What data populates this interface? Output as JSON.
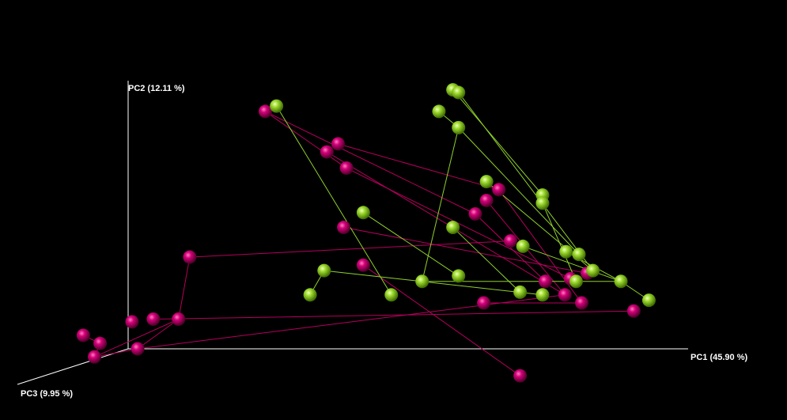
{
  "chart_data": {
    "type": "scatter",
    "projection": "3d-pcoa",
    "axes": {
      "pc1_label": "PC1 (45.90 %)",
      "pc2_label": "PC2 (12.11 %)",
      "pc3_label": "PC3 (9.95 %)"
    },
    "grid": false,
    "legend": "none",
    "series": [
      {
        "color": "#b5005c",
        "points": [
          {
            "id": "m1",
            "pc1": 0.245,
            "pc2": 0.88
          },
          {
            "id": "m2",
            "pc1": 0.375,
            "pc2": 0.76
          },
          {
            "id": "m3",
            "pc1": 0.355,
            "pc2": 0.73
          },
          {
            "id": "m4",
            "pc1": 0.39,
            "pc2": 0.67
          },
          {
            "id": "m5",
            "pc1": 0.662,
            "pc2": 0.59
          },
          {
            "id": "m6",
            "pc1": 0.64,
            "pc2": 0.55
          },
          {
            "id": "m7",
            "pc1": 0.62,
            "pc2": 0.5
          },
          {
            "id": "m8",
            "pc1": 0.385,
            "pc2": 0.45
          },
          {
            "id": "m9",
            "pc1": 0.683,
            "pc2": 0.4
          },
          {
            "id": "m10",
            "pc1": 0.42,
            "pc2": 0.31
          },
          {
            "id": "m11",
            "pc1": 0.11,
            "pc2": 0.34
          },
          {
            "id": "m12",
            "pc1": 0.82,
            "pc2": 0.28
          },
          {
            "id": "m13",
            "pc1": 0.79,
            "pc2": 0.26
          },
          {
            "id": "m14",
            "pc1": 0.745,
            "pc2": 0.25
          },
          {
            "id": "m15",
            "pc1": 0.78,
            "pc2": 0.2
          },
          {
            "id": "m16",
            "pc1": 0.81,
            "pc2": 0.17
          },
          {
            "id": "m17",
            "pc1": 0.635,
            "pc2": 0.17
          },
          {
            "id": "m18",
            "pc1": 0.903,
            "pc2": 0.14
          },
          {
            "id": "m19",
            "pc1": 0.09,
            "pc2": 0.11
          },
          {
            "id": "m20",
            "pc1": 0.007,
            "pc2": 0.1
          },
          {
            "id": "m21",
            "pc1": 0.045,
            "pc2": 0.11
          },
          {
            "id": "m22",
            "pc1": 0.017,
            "pc2": 0.0
          },
          {
            "id": "m23",
            "pc1": 0.7,
            "pc2": -0.1
          },
          {
            "id": "mA",
            "pc1": -0.05,
            "pc2": 0.02
          },
          {
            "id": "mB",
            "pc1": -0.08,
            "pc2": 0.05
          },
          {
            "id": "mC",
            "pc1": -0.06,
            "pc2": -0.03
          }
        ]
      },
      {
        "color": "#8fd12a",
        "points": [
          {
            "id": "g1",
            "pc1": 0.265,
            "pc2": 0.9
          },
          {
            "id": "g2",
            "pc1": 0.58,
            "pc2": 0.96
          },
          {
            "id": "g3",
            "pc1": 0.59,
            "pc2": 0.95
          },
          {
            "id": "g4",
            "pc1": 0.555,
            "pc2": 0.88
          },
          {
            "id": "g5",
            "pc1": 0.59,
            "pc2": 0.82
          },
          {
            "id": "g6",
            "pc1": 0.74,
            "pc2": 0.57
          },
          {
            "id": "g7",
            "pc1": 0.74,
            "pc2": 0.54
          },
          {
            "id": "g8",
            "pc1": 0.64,
            "pc2": 0.62
          },
          {
            "id": "g9",
            "pc1": 0.42,
            "pc2": 0.505
          },
          {
            "id": "g10",
            "pc1": 0.58,
            "pc2": 0.45
          },
          {
            "id": "g11",
            "pc1": 0.705,
            "pc2": 0.38
          },
          {
            "id": "g12",
            "pc1": 0.782,
            "pc2": 0.36
          },
          {
            "id": "g13",
            "pc1": 0.805,
            "pc2": 0.35
          },
          {
            "id": "g14",
            "pc1": 0.83,
            "pc2": 0.29
          },
          {
            "id": "g15",
            "pc1": 0.8,
            "pc2": 0.25
          },
          {
            "id": "g16",
            "pc1": 0.59,
            "pc2": 0.27
          },
          {
            "id": "g17",
            "pc1": 0.7,
            "pc2": 0.21
          },
          {
            "id": "g18",
            "pc1": 0.74,
            "pc2": 0.2
          },
          {
            "id": "g19",
            "pc1": 0.525,
            "pc2": 0.25
          },
          {
            "id": "g20",
            "pc1": 0.47,
            "pc2": 0.2
          },
          {
            "id": "g21",
            "pc1": 0.88,
            "pc2": 0.25
          },
          {
            "id": "g22",
            "pc1": 0.93,
            "pc2": 0.18
          },
          {
            "id": "g23",
            "pc1": 0.35,
            "pc2": 0.29
          },
          {
            "id": "g24",
            "pc1": 0.325,
            "pc2": 0.2
          }
        ]
      }
    ],
    "connections": [
      {
        "color": "#b5005c",
        "from": "m1",
        "to": "m7"
      },
      {
        "color": "#b5005c",
        "from": "m1",
        "to": "m4"
      },
      {
        "color": "#b5005c",
        "from": "m2",
        "to": "m5"
      },
      {
        "color": "#b5005c",
        "from": "m3",
        "to": "m15"
      },
      {
        "color": "#b5005c",
        "from": "m4",
        "to": "m13"
      },
      {
        "color": "#b5005c",
        "from": "m8",
        "to": "m12"
      },
      {
        "color": "#b5005c",
        "from": "m5",
        "to": "m16"
      },
      {
        "color": "#b5005c",
        "from": "m6",
        "to": "m15"
      },
      {
        "color": "#b5005c",
        "from": "m7",
        "to": "m14"
      },
      {
        "color": "#b5005c",
        "from": "m10",
        "to": "m23"
      },
      {
        "color": "#b5005c",
        "from": "m11",
        "to": "m9"
      },
      {
        "color": "#b5005c",
        "from": "m11",
        "to": "m19"
      },
      {
        "color": "#b5005c",
        "from": "m19",
        "to": "m22"
      },
      {
        "color": "#b5005c",
        "from": "m21",
        "to": "m18"
      },
      {
        "color": "#b5005c",
        "from": "m22",
        "to": "m15"
      },
      {
        "color": "#b5005c",
        "from": "mA",
        "to": "mB"
      },
      {
        "color": "#b5005c",
        "from": "mA",
        "to": "mC"
      },
      {
        "color": "#b5005c",
        "from": "mC",
        "to": "m22"
      },
      {
        "color": "#b5005c",
        "from": "m19",
        "to": "mC"
      },
      {
        "color": "#b5005c",
        "from": "m17",
        "to": "m16"
      },
      {
        "color": "#8fd12a",
        "from": "g1",
        "to": "g20"
      },
      {
        "color": "#8fd12a",
        "from": "g2",
        "to": "g6"
      },
      {
        "color": "#8fd12a",
        "from": "g3",
        "to": "g14"
      },
      {
        "color": "#8fd12a",
        "from": "g4",
        "to": "g5"
      },
      {
        "color": "#8fd12a",
        "from": "g5",
        "to": "g13"
      },
      {
        "color": "#8fd12a",
        "from": "g5",
        "to": "g19"
      },
      {
        "color": "#8fd12a",
        "from": "g7",
        "to": "g15"
      },
      {
        "color": "#8fd12a",
        "from": "g8",
        "to": "g14"
      },
      {
        "color": "#8fd12a",
        "from": "g9",
        "to": "g16"
      },
      {
        "color": "#8fd12a",
        "from": "g11",
        "to": "g21"
      },
      {
        "color": "#8fd12a",
        "from": "g12",
        "to": "g21"
      },
      {
        "color": "#8fd12a",
        "from": "g21",
        "to": "g22"
      },
      {
        "color": "#8fd12a",
        "from": "g23",
        "to": "g24"
      },
      {
        "color": "#8fd12a",
        "from": "g23",
        "to": "g18"
      },
      {
        "color": "#8fd12a",
        "from": "g19",
        "to": "g21"
      },
      {
        "color": "#8fd12a",
        "from": "g10",
        "to": "g17"
      }
    ]
  }
}
